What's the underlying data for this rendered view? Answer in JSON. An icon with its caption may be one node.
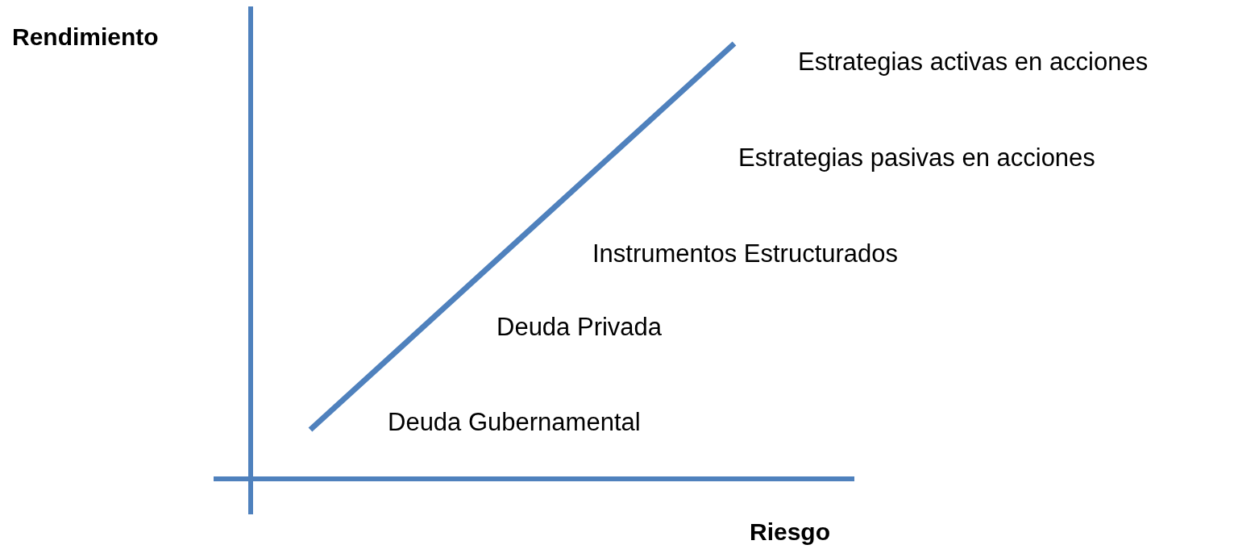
{
  "diagram": {
    "labels": [
      "Rendimiento",
      "Estrategias activas en acciones",
      "Estrategias pasivas en acciones",
      "Instrumentos Estructurados",
      "Deuda Privada",
      "Deuda Gubernamental",
      "Riesgo"
    ]
  }
}
